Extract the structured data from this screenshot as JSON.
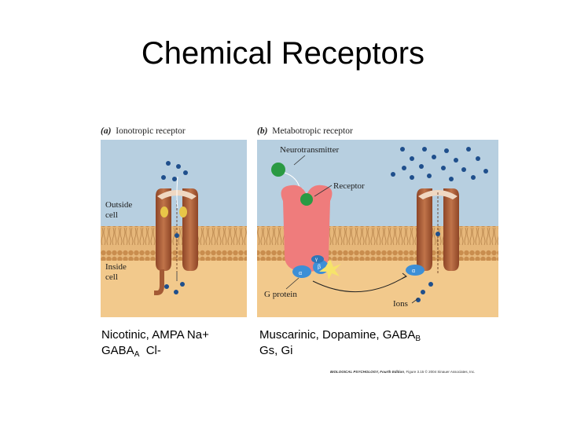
{
  "slide": {
    "title": "Chemical Receptors"
  },
  "figure": {
    "panel_a": {
      "letter": "(a)",
      "title": "Ionotropic receptor",
      "outside_label_1": "Outside",
      "outside_label_2": "cell",
      "inside_label_1": "Inside",
      "inside_label_2": "cell"
    },
    "panel_b": {
      "letter": "(b)",
      "title": "Metabotropic receptor",
      "neurotransmitter_label": "Neurotransmitter",
      "receptor_label": "Receptor",
      "g_protein_label": "G protein",
      "ions_label": "Ions",
      "beta_symbol": "β",
      "gamma_symbol": "γ",
      "alpha_symbol": "α",
      "alpha_symbol_2": "α"
    },
    "credit": {
      "book": "BIOLOGICAL PSYCHOLOGY, Fourth Edition",
      "rest": ", Figure 3.15  © 2004 Sinauer Associates, Inc."
    },
    "colors": {
      "extracellular": "#b7cfe0",
      "intracellular": "#f2c98c",
      "membrane": "#d9a466",
      "channel": "#b0623a",
      "receptor": "#ef7c7c",
      "g_protein": "#3d8fd6",
      "ligand_green": "#2a9a43",
      "ion_dot": "#1f4f8c"
    }
  },
  "captions": {
    "left_line1": "Nicotinic, AMPA  Na+",
    "left_line2_main": "GABA",
    "left_line2_sub": "A",
    "left_line2_rest": "  Cl-",
    "right_line1_main": "Muscarinic, Dopamine, GABA",
    "right_line1_sub": "B",
    "right_line2": "Gs, Gi"
  }
}
